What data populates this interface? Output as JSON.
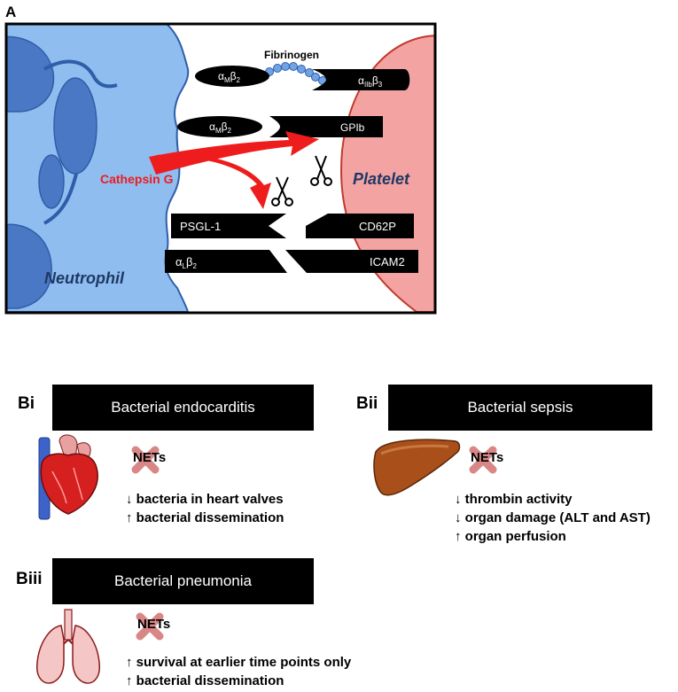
{
  "panel_a": {
    "label": "A",
    "fibrinogen": "Fibrinogen",
    "cathepsin": "Cathepsin G",
    "platelet": "Platelet",
    "neutrophil": "Neutrophil",
    "receptors": {
      "am_b2_top": {
        "main": "α",
        "sub1": "M",
        "mid": "β",
        "sub2": "2"
      },
      "aiib_b3": {
        "main": "α",
        "sub1": "IIb",
        "mid": "β",
        "sub2": "3"
      },
      "am_b2_mid": {
        "main": "α",
        "sub1": "M",
        "mid": "β",
        "sub2": "2"
      },
      "gpib": "GPIb",
      "psgl1": "PSGL-1",
      "cd62p": "CD62P",
      "al_b2": {
        "main": "α",
        "sub1": "L",
        "mid": "β",
        "sub2": "2"
      },
      "icam2": "ICAM2"
    },
    "colors": {
      "neutrophil": "#8fbdf0",
      "nucleus": "#4a78c4",
      "platelet": "#f4a3a3",
      "arrow": "#ee1c1c"
    }
  },
  "panel_bi": {
    "label": "Bi",
    "title": "Bacterial endocarditis",
    "nets": "NETs",
    "effects": [
      "↓ bacteria in heart valves",
      "↑ bacterial dissemination"
    ]
  },
  "panel_bii": {
    "label": "Bii",
    "title": "Bacterial sepsis",
    "nets": "NETs",
    "effects": [
      "↓ thrombin activity",
      "↓ organ damage (ALT and AST)",
      "↑ organ perfusion"
    ]
  },
  "panel_biii": {
    "label": "Biii",
    "title": "Bacterial pneumonia",
    "nets": "NETs",
    "effects": [
      "↑ survival at earlier time points only",
      "↑ bacterial dissemination"
    ]
  }
}
